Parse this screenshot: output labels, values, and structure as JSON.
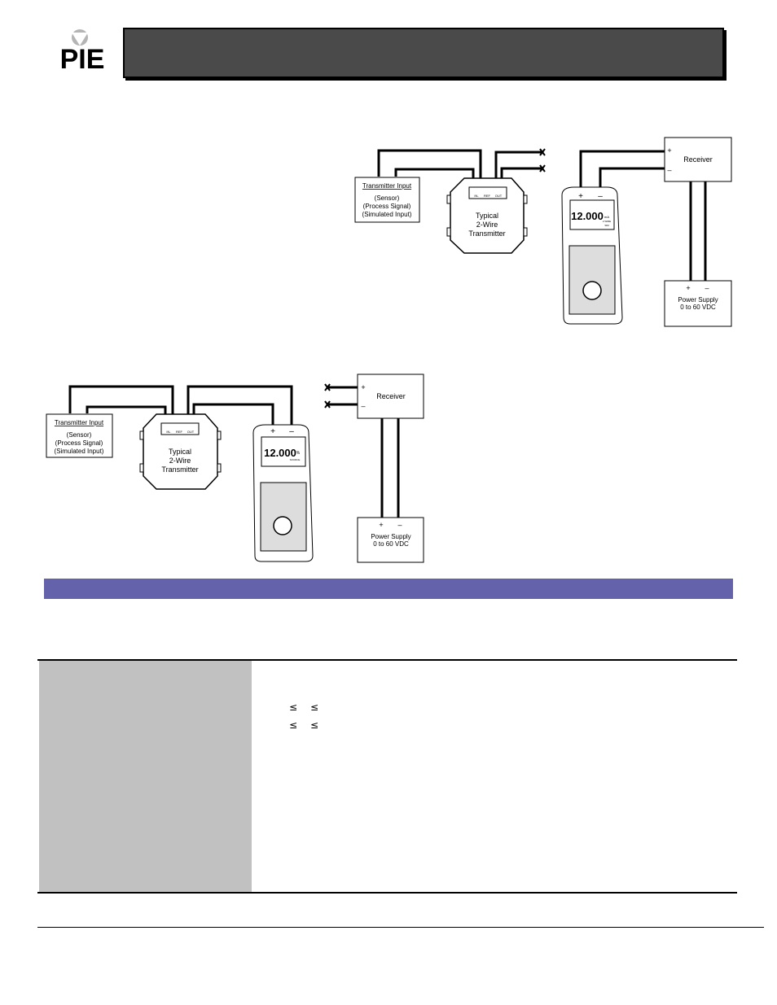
{
  "logo": {
    "text": "PIE"
  },
  "diagram_top": {
    "transmitter_input": {
      "title": "Transmitter Input",
      "line1": "(Sensor)",
      "line2": "(Process Signal)",
      "line3": "(Simulated Input)"
    },
    "transmitter": {
      "line1": "Typical",
      "line2": "2-Wire",
      "line3": "Transmitter",
      "terminals": [
        "IN-",
        "REF",
        "OUT"
      ]
    },
    "receiver": {
      "label": "Receiver",
      "plus": "+",
      "minus": "–"
    },
    "power_supply": {
      "plus": "+",
      "minus": "–",
      "line1": "Power Supply",
      "line2": "0 to 60 VDC"
    },
    "calibrator": {
      "plus": "+",
      "minus": "–",
      "reading": "12.000",
      "unit": "mA",
      "sub1": "2 WIRE",
      "sub2": "SIM"
    }
  },
  "diagram_bottom": {
    "transmitter_input": {
      "title": "Transmitter Input",
      "line1": "(Sensor)",
      "line2": "(Process Signal)",
      "line3": "(Simulated Input)"
    },
    "transmitter": {
      "line1": "Typical",
      "line2": "2-Wire",
      "line3": "Transmitter",
      "terminals": [
        "IN-",
        "REF",
        "OUT"
      ]
    },
    "receiver": {
      "label": "Receiver",
      "plus": "+",
      "minus": "–"
    },
    "power_supply": {
      "plus": "+",
      "minus": "–",
      "line1": "Power Supply",
      "line2": "0 to 60 VDC"
    },
    "calibrator": {
      "plus": "+",
      "minus": "–",
      "reading": "12.000",
      "unit": "%",
      "sub1": "SOURCE"
    }
  },
  "spec": {
    "le_symbol": "≤"
  },
  "colors": {
    "title_bar": "#4a4a4a",
    "section_band": "#6462ab",
    "spec_panel": "#c1c1c1"
  },
  "icons": [
    "pie-logo-icon",
    "wire-end-x-icon"
  ]
}
